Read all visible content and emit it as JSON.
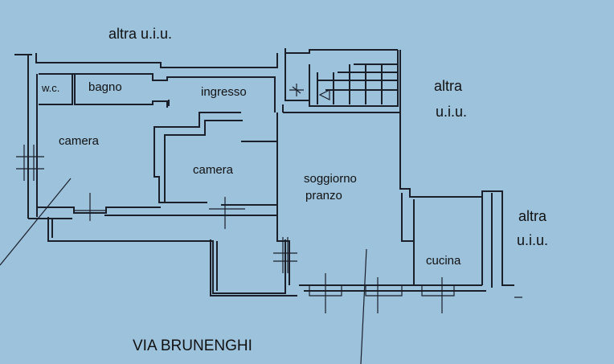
{
  "plan": {
    "neighbors": {
      "top": "altra u.i.u.",
      "right_upper": [
        "altra",
        "u.i.u."
      ],
      "right_lower": [
        "altra",
        "u.i.u."
      ]
    },
    "rooms": {
      "wc": "w.c.",
      "bagno": "bagno",
      "ingresso": "ingresso",
      "camera_1": "camera",
      "camera_2": "camera",
      "soggiorno": [
        "soggiorno",
        "pranzo"
      ],
      "cucina": "cucina"
    },
    "street": "VIA BRUNENGHI"
  }
}
